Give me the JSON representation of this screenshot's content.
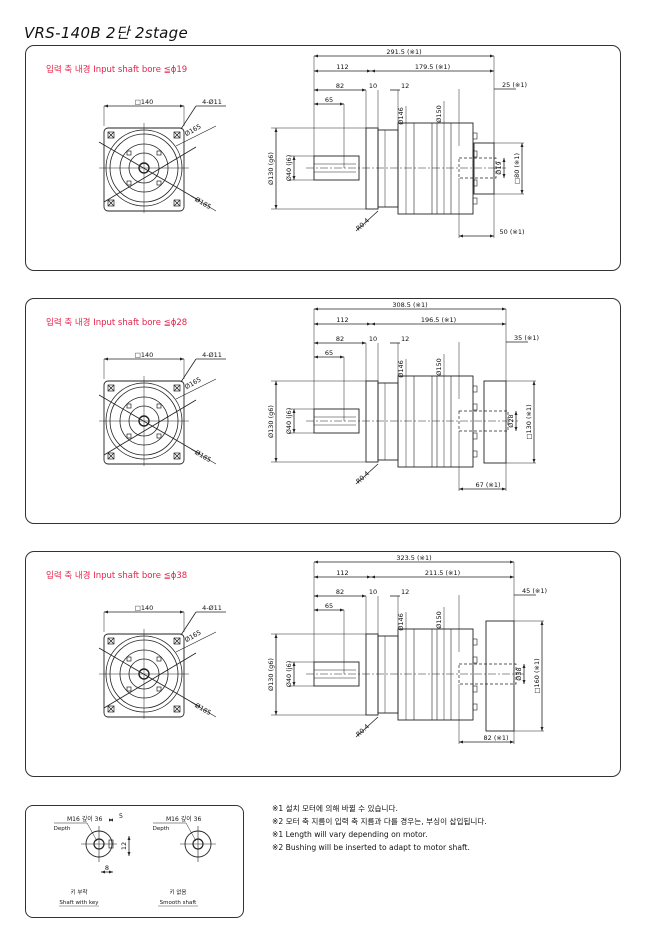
{
  "title": "VRS-140B  2단  2stage",
  "accent_color": "#e8204a",
  "panels": [
    {
      "note": "입력 축 내경  Input shaft bore   ≦ϕ19",
      "front": {
        "square": "□140",
        "holes": "4-Ø11",
        "pcd": "Ø165",
        "outer": "Ø185"
      },
      "side": {
        "total": "291.5 (※1)",
        "d112": "112",
        "rest": "179.5 (※1)",
        "d82": "82",
        "d10": "10",
        "d12": "12",
        "d65": "65",
        "d146": "Ø146",
        "d150": "Ø150",
        "d130": "Ø130 (g6)",
        "d40": "Ø40 (j6)",
        "r": "R0.4",
        "right": "25 (※1)",
        "bottom": "50 (※1)",
        "bore": "Ø19",
        "sq": "□80 (※1)"
      }
    },
    {
      "note": "입력 축 내경  Input shaft bore   ≦ϕ28",
      "front": {
        "square": "□140",
        "holes": "4-Ø11",
        "pcd": "Ø165",
        "outer": "Ø185"
      },
      "side": {
        "total": "308.5 (※1)",
        "d112": "112",
        "rest": "196.5 (※1)",
        "d82": "82",
        "d10": "10",
        "d12": "12",
        "d65": "65",
        "d146": "Ø146",
        "d150": "Ø150",
        "d130": "Ø130 (g6)",
        "d40": "Ø40 (j6)",
        "r": "R0.4",
        "right": "35 (※1)",
        "bottom": "67 (※1)",
        "bore": "Ø28",
        "sq": "□130 (※1)"
      }
    },
    {
      "note": "입력 축 내경  Input shaft bore   ≦ϕ38",
      "front": {
        "square": "□140",
        "holes": "4-Ø11",
        "pcd": "Ø165",
        "outer": "Ø185"
      },
      "side": {
        "total": "323.5 (※1)",
        "d112": "112",
        "rest": "211.5 (※1)",
        "d82": "82",
        "d10": "10",
        "d12": "12",
        "d65": "65",
        "d146": "Ø146",
        "d150": "Ø150",
        "d130": "Ø130 (g6)",
        "d40": "Ø40 (j6)",
        "r": "R0.4",
        "right": "45 (※1)",
        "bottom": "82 (※1)",
        "bore": "Ø38",
        "sq": "□160 (※1)"
      }
    }
  ],
  "shaft_details": {
    "keyed": {
      "thread": "M16 깊이 36",
      "depth": "Depth",
      "w": "5",
      "h": "12",
      "b": "8",
      "label_ko": "키 부착",
      "label_en": "Shaft with key"
    },
    "smooth": {
      "thread": "M16 깊이 36",
      "depth": "Depth",
      "label_ko": "키 없음",
      "label_en": "Smooth shaft"
    }
  },
  "notes": [
    "※1  설치 모터에 의해 바뀔 수 있습니다.",
    "※2  모터 축 지름이 입력 축 지름과 다를 경우는, 부싱이 삽입됩니다.",
    "※1  Length will vary depending on motor.",
    "※2  Bushing will be inserted to adapt to motor shaft."
  ]
}
